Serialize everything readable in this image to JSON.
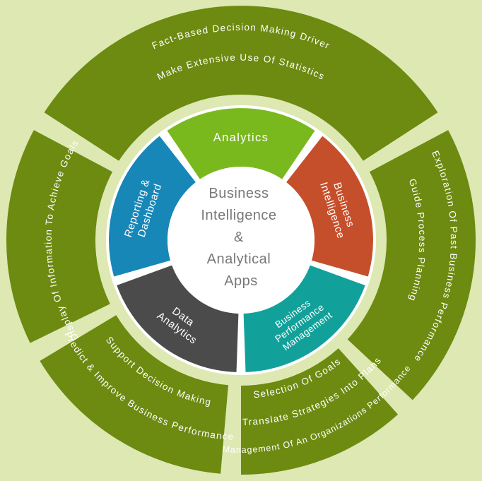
{
  "diagram": {
    "center": {
      "lines": [
        "Business",
        "Intelligence",
        "&",
        "Analytical",
        "Apps"
      ]
    },
    "inner_ring": {
      "segments": [
        {
          "id": "analytics",
          "label_lines": [
            "Analytics"
          ]
        },
        {
          "id": "business-intelligence",
          "label_lines": [
            "Business",
            "Intelligence"
          ]
        },
        {
          "id": "business-performance-management",
          "label_lines": [
            "Business",
            "Performance",
            "Management"
          ]
        },
        {
          "id": "data-analytics",
          "label_lines": [
            "Data",
            "Analytics"
          ]
        },
        {
          "id": "reporting-dashboard",
          "label_lines": [
            "Reporting &",
            "Dashboard"
          ]
        }
      ]
    },
    "outer_ring": {
      "segments": [
        {
          "id": "top",
          "lines": [
            "Fact-Based Decision Making Driver",
            "Make Extensive Use Of Statistics"
          ]
        },
        {
          "id": "right",
          "lines": [
            "Exploration Of Past Business Performance",
            "Guide Process Planning"
          ]
        },
        {
          "id": "bottom-right",
          "lines": [
            "Selection Of Goals",
            "Translate Strategies Into Plans",
            "Management Of An Organizations Performance"
          ]
        },
        {
          "id": "bottom-left",
          "lines": [
            "Support Decision Making",
            "Predict & Improve Business Performance"
          ]
        },
        {
          "id": "left",
          "lines": [
            "Display Of Information To Achieve Goals"
          ]
        }
      ]
    }
  },
  "colors": {
    "background": "#dde8b3",
    "outer_ring": "#6d8a11",
    "ring_text": "#ffffff",
    "center_fill": "#ffffff",
    "center_text": "#787878",
    "analytics": "#7ab91d",
    "business_intelligence": "#c64f2b",
    "business_performance_management": "#12a19a",
    "data_analytics": "#4b4b4b",
    "reporting_dashboard": "#1787b8"
  }
}
